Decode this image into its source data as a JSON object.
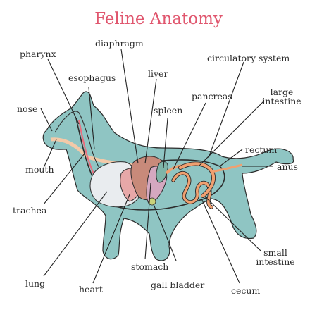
{
  "title": "Feline Anatomy",
  "colors": {
    "title": "#e0566e",
    "body_fill": "#8fc5c3",
    "body_stroke": "#2c2c2c",
    "lungs": "#e9ecef",
    "heart": "#e7a8a8",
    "liver": "#c88a7a",
    "stomach": "#d4a8c0",
    "intestine": "#f0a070",
    "artery": "#e86f7f",
    "esophagus": "#f3c9a8",
    "spleen": "#7fb4a8",
    "gall_bladder": "#c9d27a"
  },
  "labels": {
    "pharynx": "pharynx",
    "diaphragm": "diaphragm",
    "circulatory_system": "circulatory system",
    "esophagus": "esophagus",
    "liver": "liver",
    "large_intestine": "large intestine",
    "pancreas": "pancreas",
    "nose": "nose",
    "spleen": "spleen",
    "rectum": "rectum",
    "mouth": "mouth",
    "anus": "anus",
    "trachea": "trachea",
    "small_intestine": "small intestine",
    "lung": "lung",
    "stomach": "stomach",
    "heart": "heart",
    "gall_bladder": "gall bladder",
    "cecum": "cecum"
  }
}
